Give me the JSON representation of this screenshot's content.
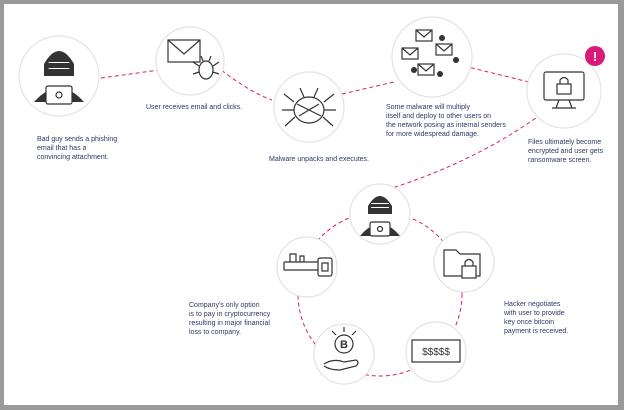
{
  "steps": [
    {
      "icon": "hacker-icon",
      "caption": [
        "Bad guy sends a phishing",
        "email that has a",
        "convincing attachment."
      ]
    },
    {
      "icon": "email-bug-icon",
      "caption": [
        "User receives email and clicks."
      ]
    },
    {
      "icon": "malware-bug-icon",
      "caption": [
        "Malware unpacks and executes."
      ]
    },
    {
      "icon": "emails-spread-icon",
      "caption": [
        "Some malware will multiply",
        "itself and deploy to other users on",
        "the network posing as internal senders",
        "for more widespread damage."
      ]
    },
    {
      "icon": "locked-monitor-icon",
      "caption": [
        "Files ultimately become",
        "encrypted and user gets",
        "ransomware screen."
      ]
    },
    {
      "icon": "hacker-icon",
      "caption": []
    },
    {
      "icon": "locked-folder-icon",
      "caption": [
        "Hacker negotiates",
        "with user to provide",
        "key once bitcoin",
        "payment is received."
      ]
    },
    {
      "icon": "money-icon",
      "caption": []
    },
    {
      "icon": "bitcoin-hand-icon",
      "caption": []
    },
    {
      "icon": "key-icon",
      "caption": [
        "Company's only option",
        "is to pay in cryptocurrency",
        "resulting in major financial",
        "loss to company."
      ]
    }
  ],
  "alert_badge": "!",
  "money_label": "$$$$$",
  "bitcoin_label": "B",
  "colors": {
    "accent": "#d81b79",
    "text": "#2b3a66",
    "icon": "#333333",
    "frame": "#9a9a9a"
  }
}
